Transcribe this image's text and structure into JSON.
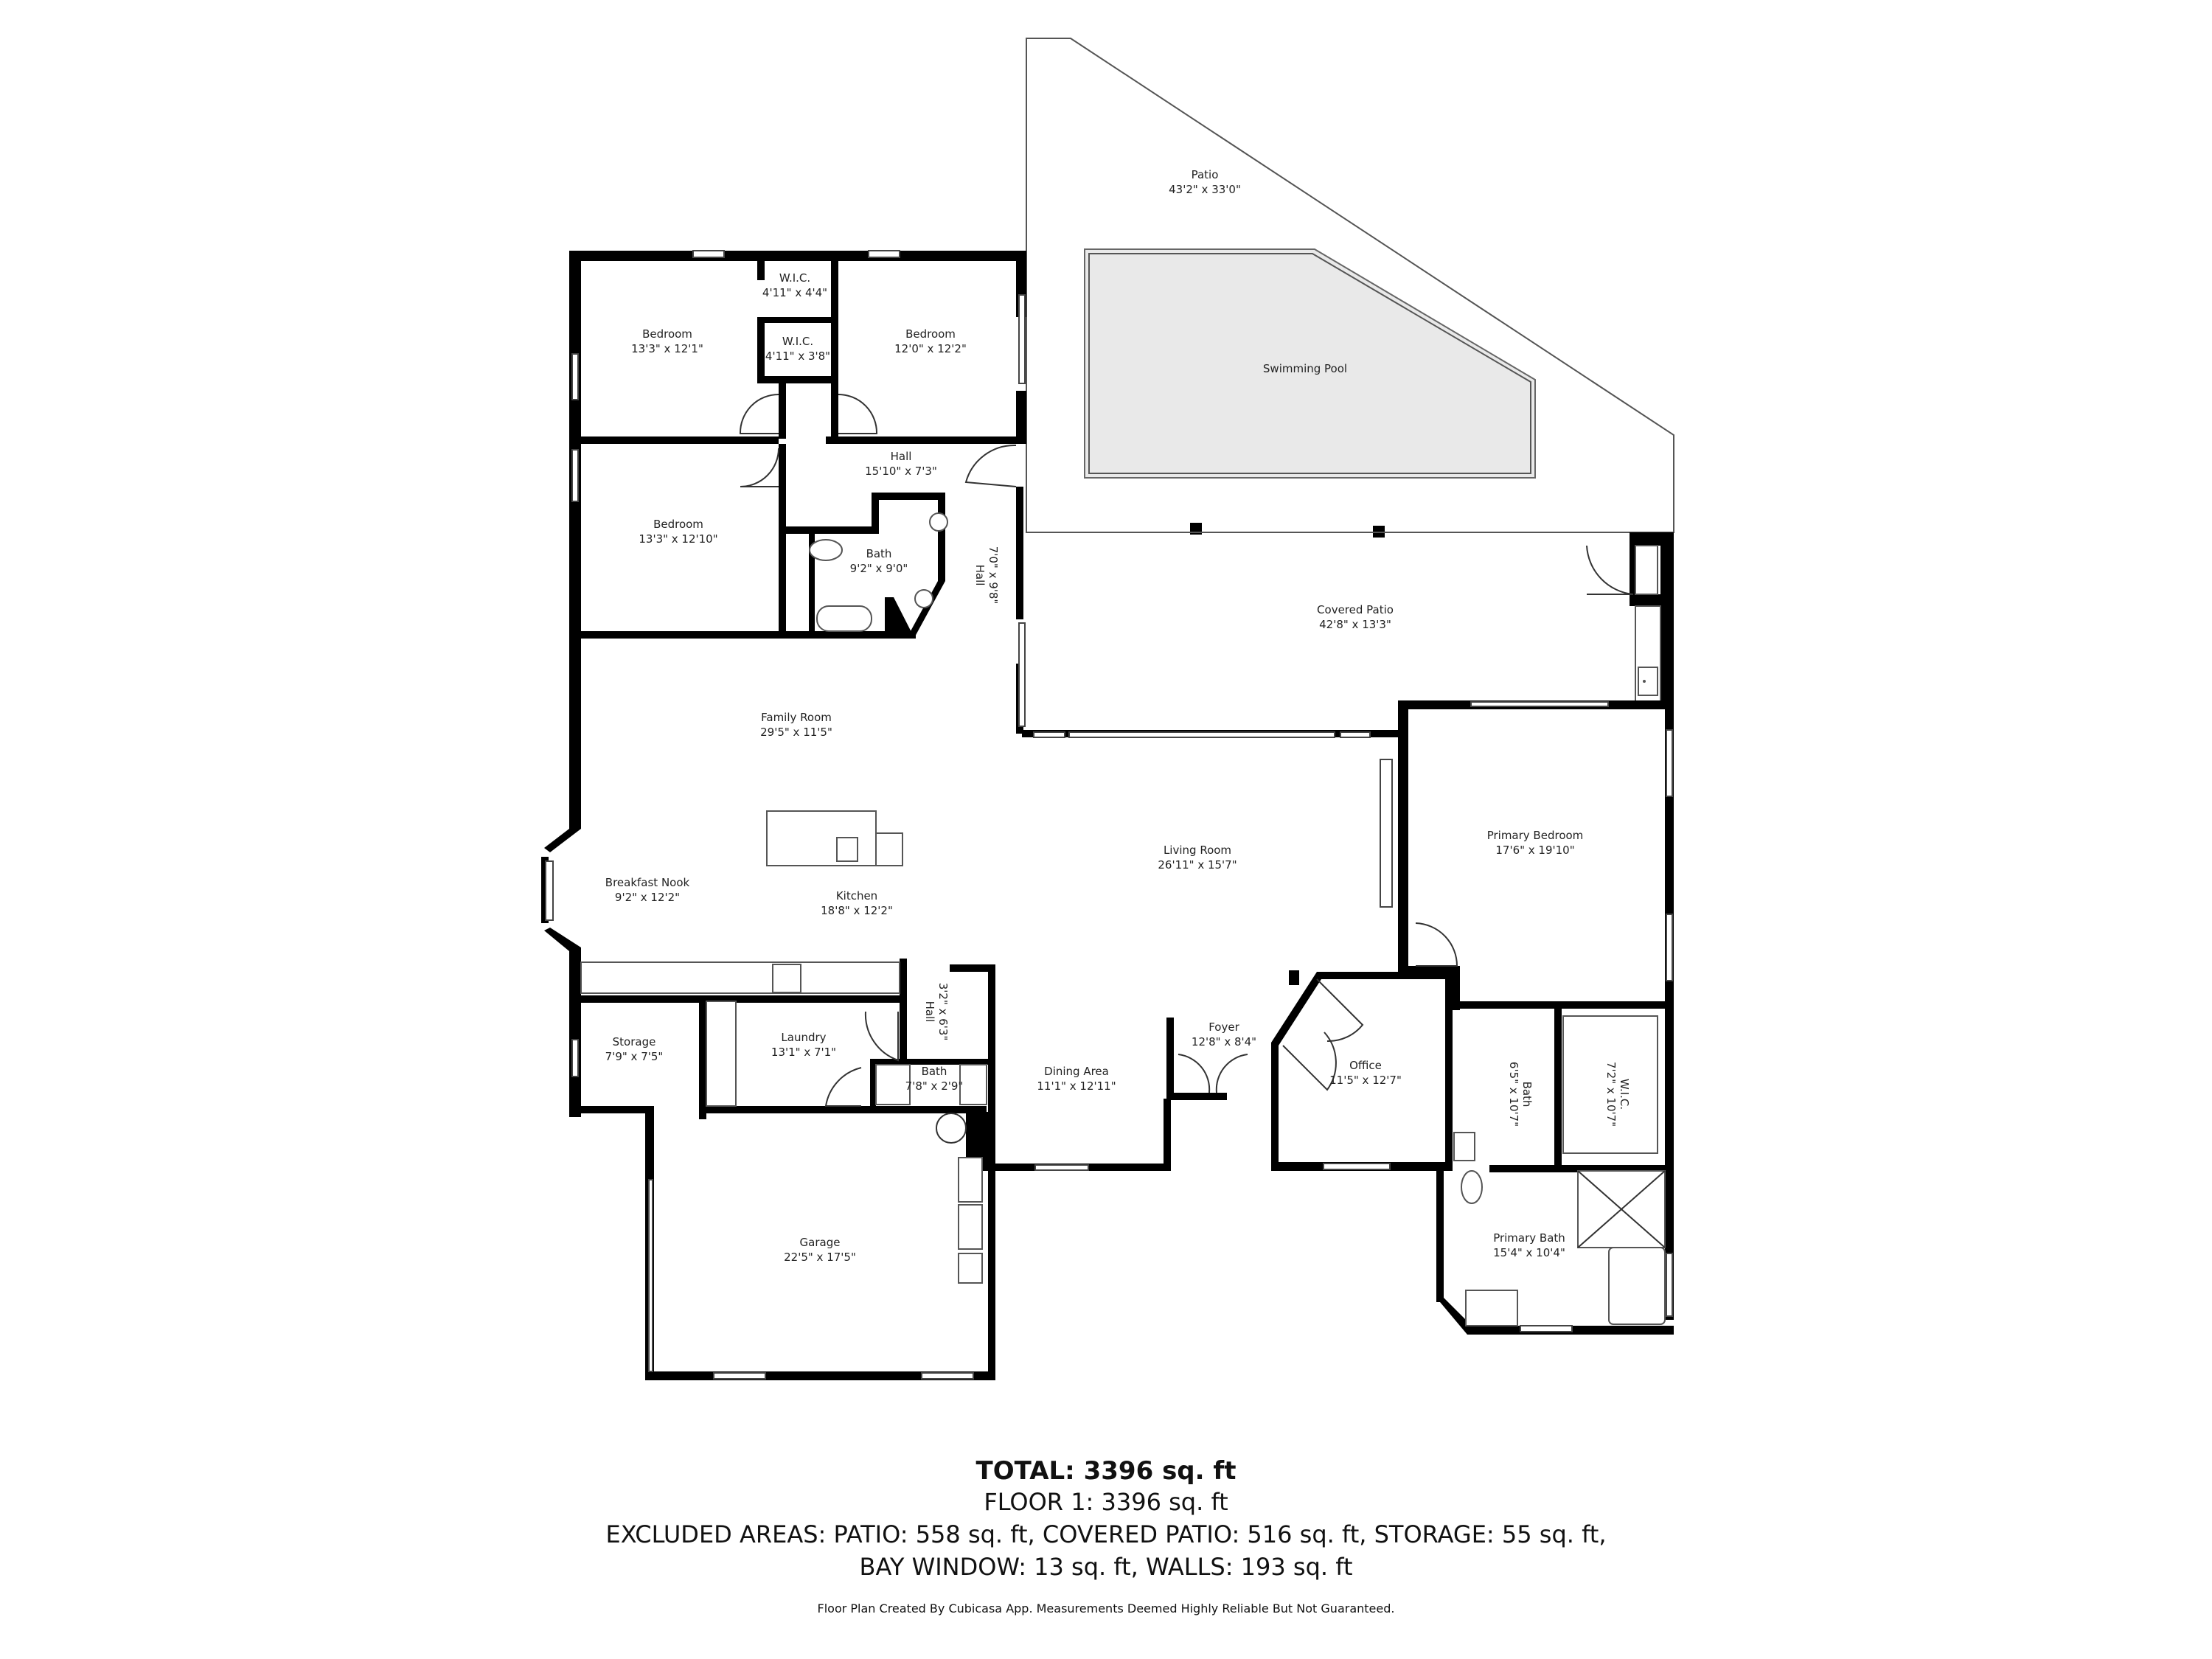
{
  "plan": {
    "rooms": [
      {
        "id": "patio",
        "name": "Patio",
        "dims": "43'2\" x 33'0\""
      },
      {
        "id": "swimming_pool",
        "name": "Swimming Pool",
        "dims": ""
      },
      {
        "id": "bedroom_1",
        "name": "Bedroom",
        "dims": "13'3\" x 12'1\""
      },
      {
        "id": "wic_1",
        "name": "W.I.C.",
        "dims": "4'11\" x 4'4\""
      },
      {
        "id": "wic_2",
        "name": "W.I.C.",
        "dims": "4'11\" x 3'8\""
      },
      {
        "id": "bedroom_2",
        "name": "Bedroom",
        "dims": "12'0\" x 12'2\""
      },
      {
        "id": "hall_1",
        "name": "Hall",
        "dims": "15'10\" x 7'3\""
      },
      {
        "id": "bedroom_3",
        "name": "Bedroom",
        "dims": "13'3\" x 12'10\""
      },
      {
        "id": "bath_1",
        "name": "Bath",
        "dims": "9'2\" x 9'0\""
      },
      {
        "id": "hall_2",
        "name": "Hall",
        "dims": "7'0\" x 9'8\""
      },
      {
        "id": "covered_patio",
        "name": "Covered Patio",
        "dims": "42'8\" x 13'3\""
      },
      {
        "id": "family_room",
        "name": "Family Room",
        "dims": "29'5\" x 11'5\""
      },
      {
        "id": "breakfast_nook",
        "name": "Breakfast Nook",
        "dims": "9'2\" x 12'2\""
      },
      {
        "id": "kitchen",
        "name": "Kitchen",
        "dims": "18'8\" x 12'2\""
      },
      {
        "id": "living_room",
        "name": "Living Room",
        "dims": "26'11\" x 15'7\""
      },
      {
        "id": "primary_bedroom",
        "name": "Primary Bedroom",
        "dims": "17'6\" x 19'10\""
      },
      {
        "id": "storage",
        "name": "Storage",
        "dims": "7'9\" x 7'5\""
      },
      {
        "id": "laundry",
        "name": "Laundry",
        "dims": "13'1\" x 7'1\""
      },
      {
        "id": "hall_3",
        "name": "Hall",
        "dims": "3'2\" x 6'3\""
      },
      {
        "id": "bath_2",
        "name": "Bath",
        "dims": "7'8\" x 2'9\""
      },
      {
        "id": "dining_area",
        "name": "Dining Area",
        "dims": "11'1\" x 12'11\""
      },
      {
        "id": "foyer",
        "name": "Foyer",
        "dims": "12'8\" x 8'4\""
      },
      {
        "id": "office",
        "name": "Office",
        "dims": "11'5\" x 12'7\""
      },
      {
        "id": "bath_3",
        "name": "Bath",
        "dims": "6'5\" x 10'7\""
      },
      {
        "id": "wic_3",
        "name": "W.I.C.",
        "dims": "7'2\" x 10'7\""
      },
      {
        "id": "primary_bath",
        "name": "Primary Bath",
        "dims": "15'4\" x 10'4\""
      },
      {
        "id": "garage",
        "name": "Garage",
        "dims": "22'5\" x 17'5\""
      }
    ],
    "colors": {
      "wall": "#000000",
      "pool_fill": "#e9e9e9",
      "background": "#ffffff"
    }
  },
  "summary": {
    "total": "TOTAL: 3396 sq. ft",
    "floor": "FLOOR 1: 3396 sq. ft",
    "excluded_line1": "EXCLUDED AREAS: PATIO: 558 sq. ft, COVERED PATIO: 516 sq. ft, STORAGE: 55 sq. ft,",
    "excluded_line2": "BAY WINDOW: 13 sq. ft, WALLS: 193 sq. ft",
    "disclaimer": "Floor Plan Created By Cubicasa App. Measurements Deemed Highly Reliable But Not Guaranteed."
  }
}
